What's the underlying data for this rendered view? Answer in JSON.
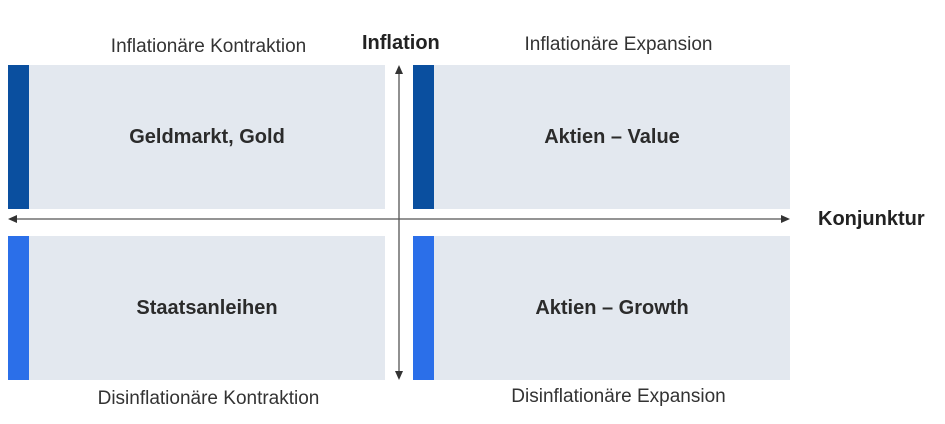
{
  "axes": {
    "vertical": "Inflation",
    "horizontal": "Konjunktur"
  },
  "quadrants": [
    {
      "title": "Inflationäre Kontraktion",
      "asset": "Geldmarkt, Gold"
    },
    {
      "title": "Inflationäre Expansion",
      "asset": "Aktien – Value"
    },
    {
      "title": "Disinflationäre Kontraktion",
      "asset": "Staatsanleihen"
    },
    {
      "title": "Disinflationäre Expansion",
      "asset": "Aktien – Growth"
    }
  ],
  "colors": {
    "inflation_stripe": "#0a4f9f",
    "disinflation_stripe": "#2b6fe9",
    "box_fill": "#e3e8ef"
  }
}
